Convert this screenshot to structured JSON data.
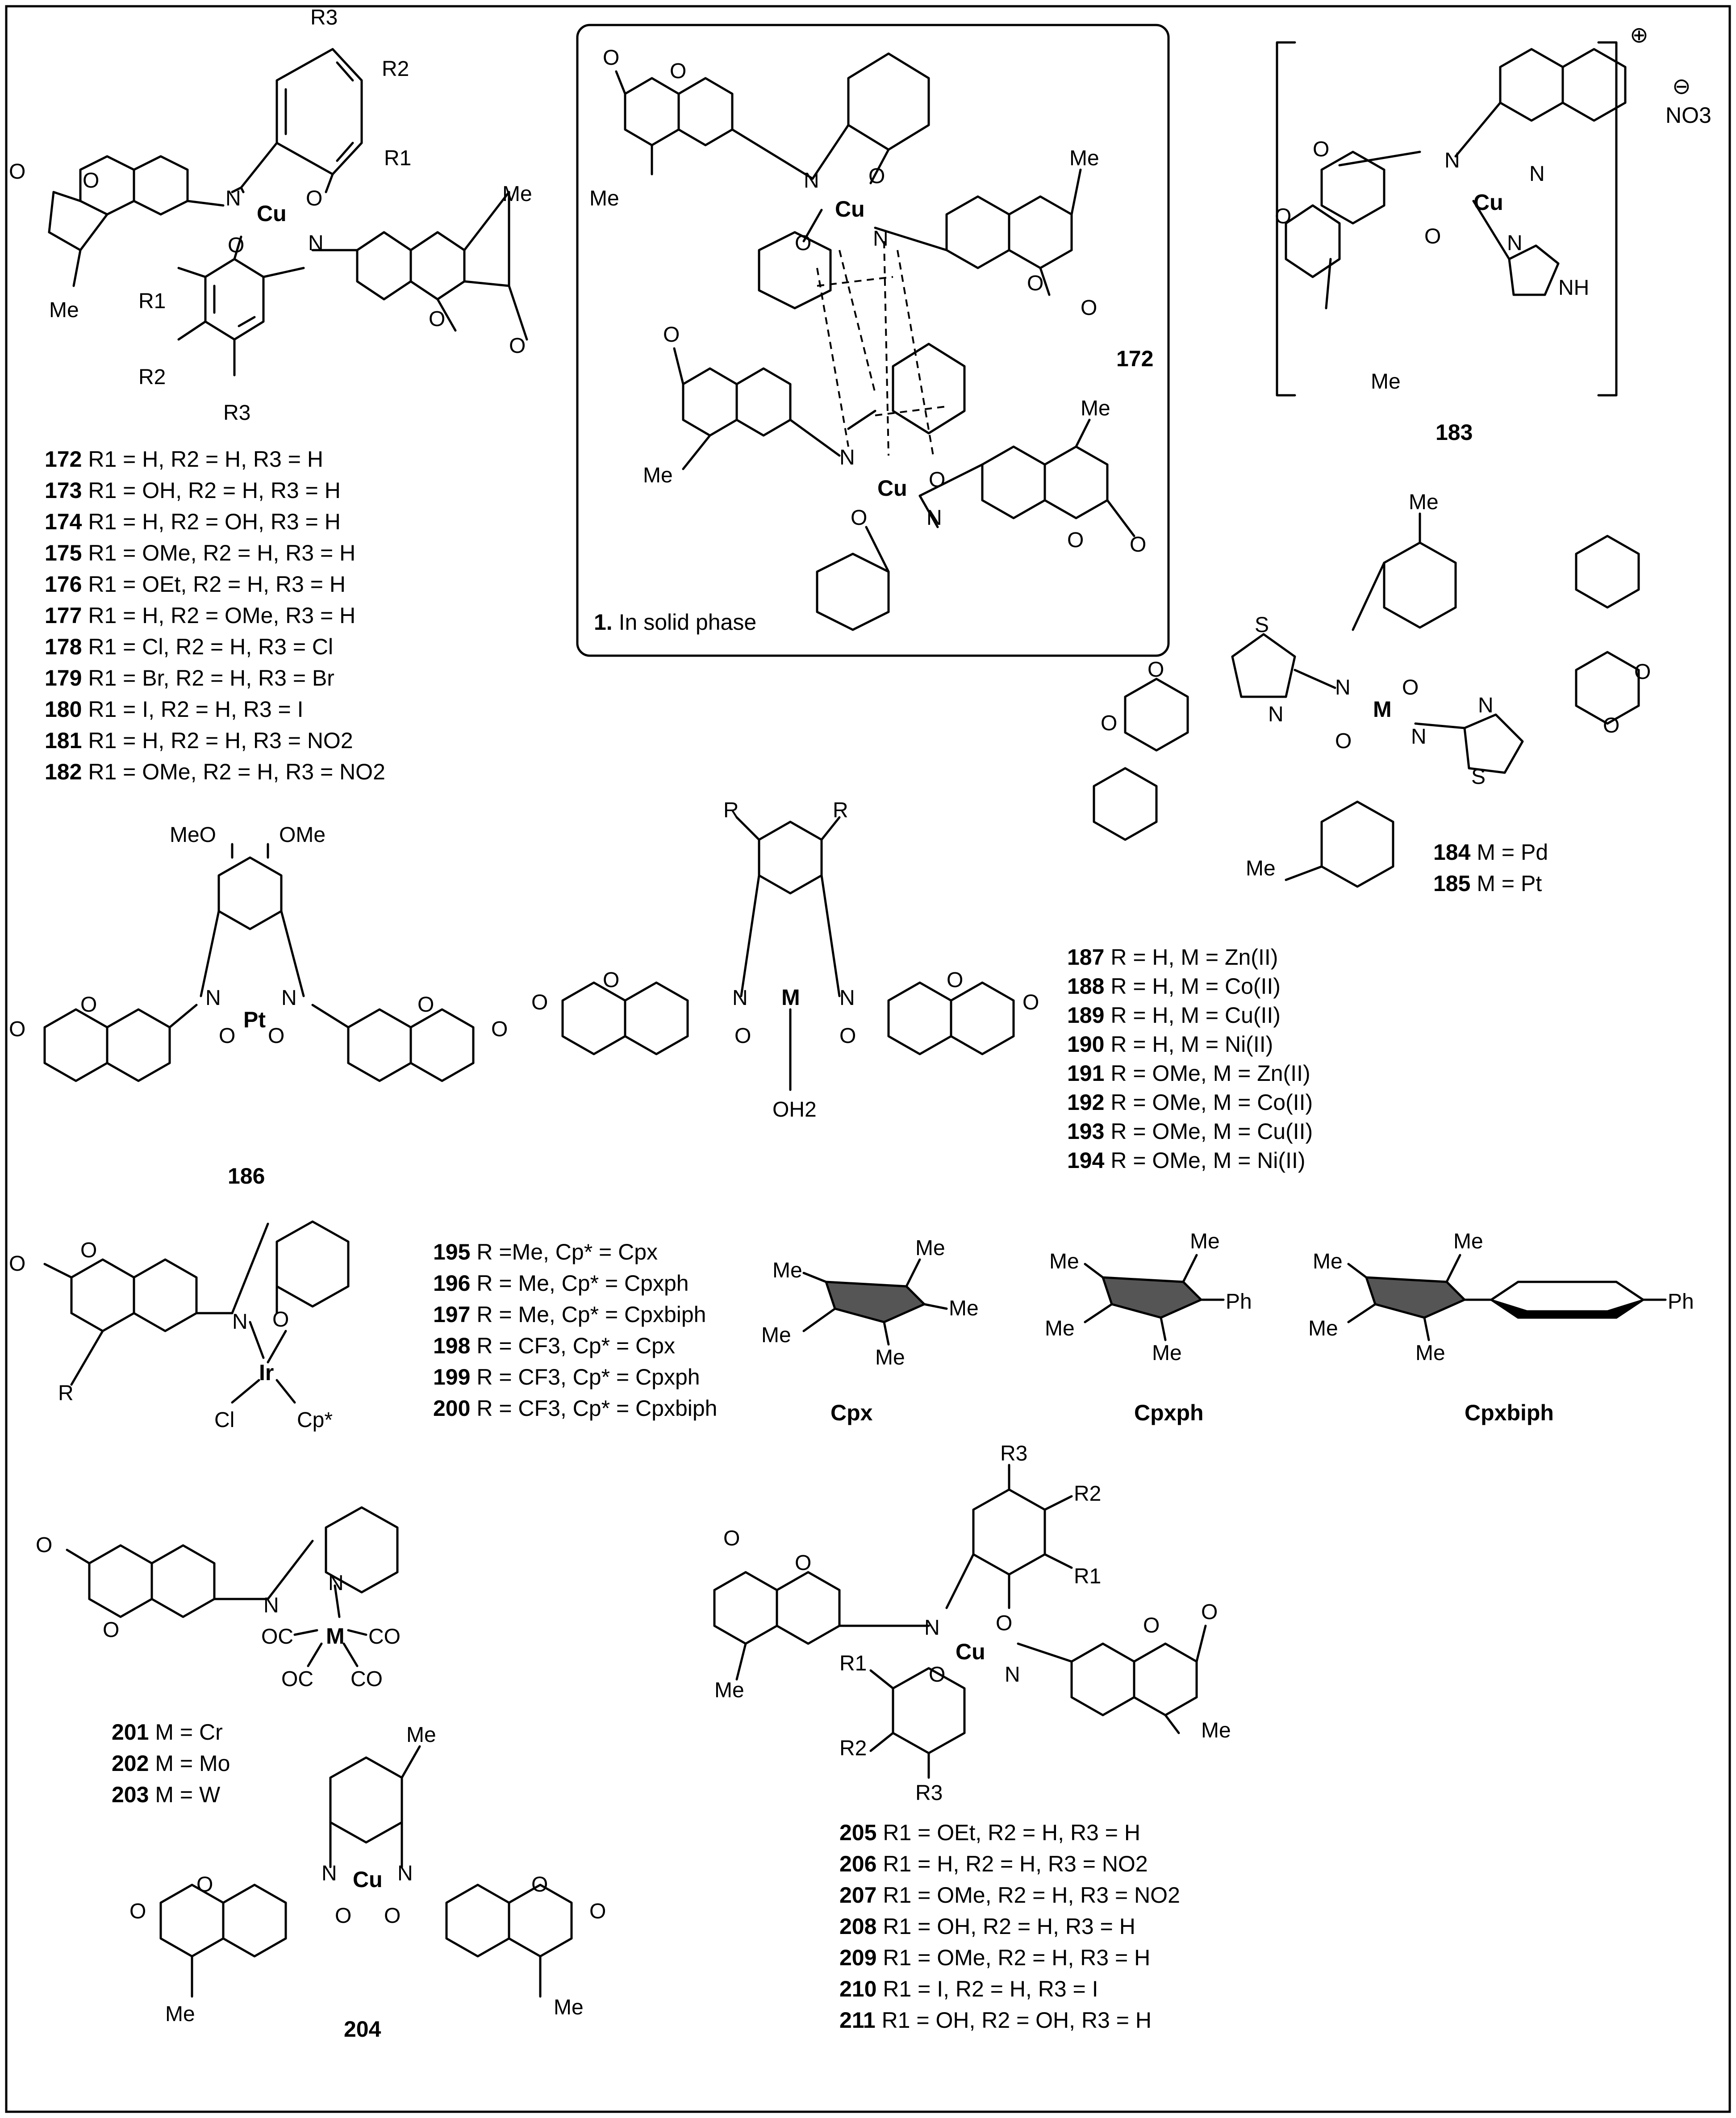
{
  "atoms": {
    "O": "O",
    "N": "N",
    "S": "S",
    "NH": "NH",
    "Me": "Me",
    "MeO": "MeO",
    "OMe": "OMe",
    "OH2": "OH2",
    "Cl": "Cl",
    "Cp_star": "Cp*",
    "OC": "OC",
    "CO": "CO",
    "Ph": "Ph",
    "R": "R",
    "R1": "R1",
    "R2": "R2",
    "R3": "R3",
    "Cu": "Cu",
    "Pt": "Pt",
    "Ir": "Ir",
    "M": "M",
    "plus": "⊕",
    "minus": "⊖",
    "NO3": "NO3"
  },
  "inset": {
    "note_num": "1.",
    "note_text": "In solid phase",
    "compound": "172"
  },
  "compounds": {
    "c183": "183",
    "c186": "186",
    "c204": "204",
    "cpx": "Cpx",
    "cpxph": "Cpxph",
    "cpxbiph": "Cpxbiph"
  },
  "list_172_182": [
    {
      "num": "172",
      "text": "R1 = H, R2 = H, R3 = H"
    },
    {
      "num": "173",
      "text": "R1 = OH, R2 = H, R3 = H"
    },
    {
      "num": "174",
      "text": "R1 = H, R2 = OH, R3 = H"
    },
    {
      "num": "175",
      "text": "R1 = OMe, R2 = H, R3 = H"
    },
    {
      "num": "176",
      "text": "R1 = OEt, R2 = H, R3 = H"
    },
    {
      "num": "177",
      "text": "R1 = H, R2 = OMe, R3 = H"
    },
    {
      "num": "178",
      "text": "R1 = Cl, R2 = H, R3 = Cl"
    },
    {
      "num": "179",
      "text": "R1 = Br, R2 = H, R3 = Br"
    },
    {
      "num": "180",
      "text": "R1 = I, R2 = H, R3 = I"
    },
    {
      "num": "181",
      "text": "R1 = H, R2 = H, R3 = NO2"
    },
    {
      "num": "182",
      "text": "R1 = OMe, R2 = H, R3 = NO2"
    }
  ],
  "list_184_185": [
    {
      "num": "184",
      "text": "M = Pd"
    },
    {
      "num": "185",
      "text": "M = Pt"
    }
  ],
  "list_187_194": [
    {
      "num": "187",
      "text": "R = H, M = Zn(II)"
    },
    {
      "num": "188",
      "text": "R = H, M = Co(II)"
    },
    {
      "num": "189",
      "text": "R = H, M = Cu(II)"
    },
    {
      "num": "190",
      "text": "R = H, M = Ni(II)"
    },
    {
      "num": "191",
      "text": "R = OMe, M = Zn(II)"
    },
    {
      "num": "192",
      "text": "R = OMe, M = Co(II)"
    },
    {
      "num": "193",
      "text": "R = OMe, M = Cu(II)"
    },
    {
      "num": "194",
      "text": "R = OMe, M = Ni(II)"
    }
  ],
  "list_195_200": [
    {
      "num": "195",
      "text": "R =Me, Cp* = Cpx"
    },
    {
      "num": "196",
      "text": "R = Me, Cp* = Cpxph"
    },
    {
      "num": "197",
      "text": "R = Me, Cp* = Cpxbiph"
    },
    {
      "num": "198",
      "text": "R = CF3, Cp* = Cpx"
    },
    {
      "num": "199",
      "text": "R = CF3, Cp* = Cpxph"
    },
    {
      "num": "200",
      "text": "R = CF3, Cp* = Cpxbiph"
    }
  ],
  "list_201_203": [
    {
      "num": "201",
      "text": "M = Cr"
    },
    {
      "num": "202",
      "text": "M = Mo"
    },
    {
      "num": "203",
      "text": "M = W"
    }
  ],
  "list_205_211": [
    {
      "num": "205",
      "text": "R1 = OEt, R2 = H, R3 = H"
    },
    {
      "num": "206",
      "text": "R1 = H, R2 = H, R3 =  NO2"
    },
    {
      "num": "207",
      "text": "R1 = OMe, R2 = H, R3 =  NO2"
    },
    {
      "num": "208",
      "text": "R1 = OH, R2 = H, R3 = H"
    },
    {
      "num": "209",
      "text": "R1 = OMe, R2 = H, R3 = H"
    },
    {
      "num": "210",
      "text": "R1 = I, R2 = H, R3 = I"
    },
    {
      "num": "211",
      "text": "R1 = OH, R2 = OH, R3 = H"
    }
  ]
}
